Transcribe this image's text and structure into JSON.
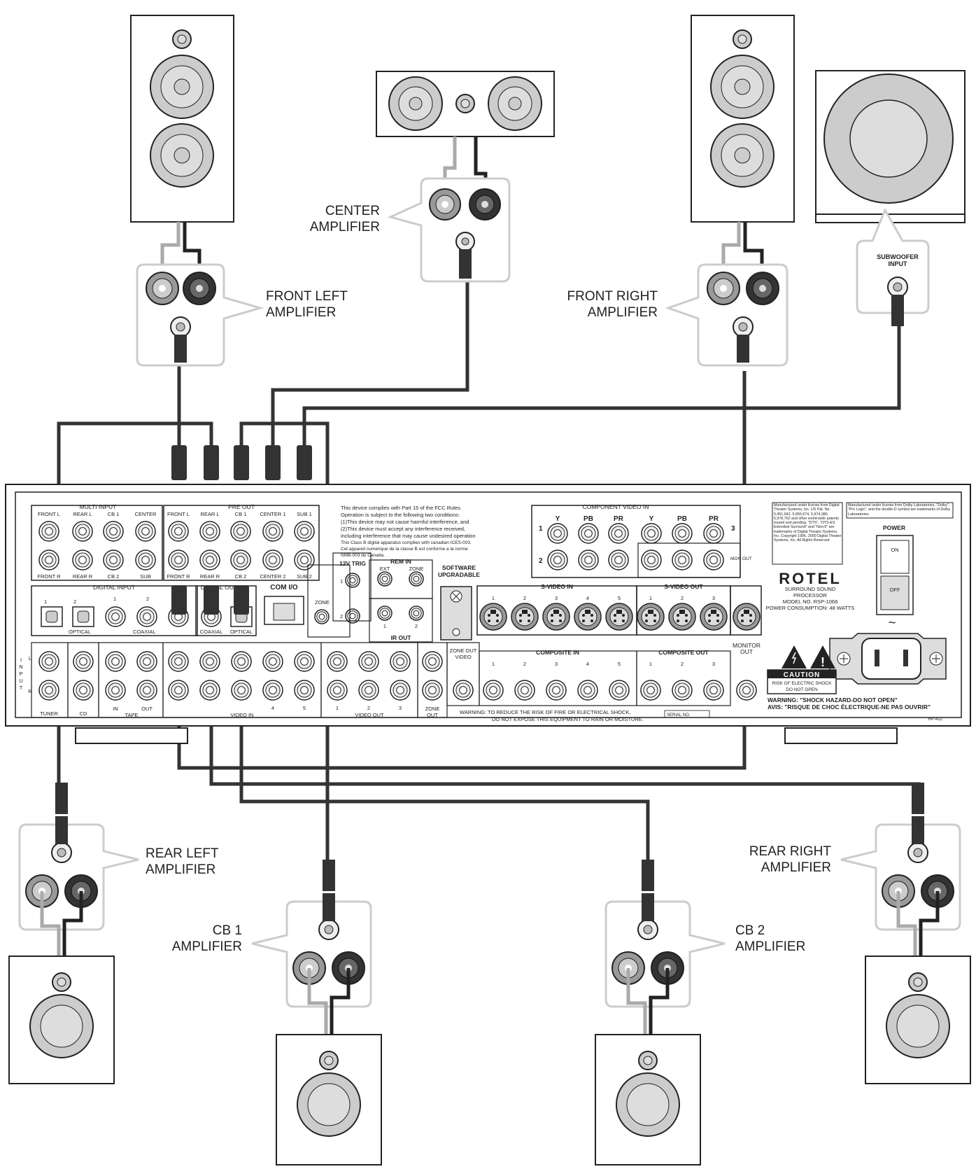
{
  "amplifier_labels": {
    "center": [
      "CENTER",
      "AMPLIFIER"
    ],
    "front_left": [
      "FRONT LEFT",
      "AMPLIFIER"
    ],
    "front_right": [
      "FRONT RIGHT",
      "AMPLIFIER"
    ],
    "subwoofer": [
      "SUBWOOFER",
      "INPUT"
    ],
    "rear_left": [
      "REAR LEFT",
      "AMPLIFIER"
    ],
    "rear_right": [
      "REAR RIGHT",
      "AMPLIFIER"
    ],
    "cb1": [
      "CB 1",
      "AMPLIFIER"
    ],
    "cb2": [
      "CB 2",
      "AMPLIFIER"
    ]
  },
  "processor": {
    "brand": "ROTEL",
    "model_lines": [
      "SURROUND SOUND",
      "PROCESSOR",
      "MODEL NO. RSP-1068",
      "POWER CONSUMPTION: 48 WATTS"
    ],
    "multi_input": {
      "title": "MULTI INPUT",
      "top": [
        "FRONT L",
        "REAR L",
        "CB 1",
        "CENTER"
      ],
      "bottom": [
        "FRONT R",
        "REAR R",
        "CB 2",
        "SUB"
      ]
    },
    "pre_out": {
      "title": "PRE OUT",
      "top": [
        "FRONT L",
        "REAR L",
        "CB 1",
        "CENTER 1",
        "SUB 1"
      ],
      "bottom": [
        "FRONT R",
        "REAR R",
        "CB 2",
        "CENTER 2",
        "SUB 2"
      ]
    },
    "fcc_text": [
      "This device complies with Part 15 of the FCC Rules.",
      "Operation is subject to the following two conditions:",
      "(1)This device may not cause harmful interference, and",
      "(2)This device must accept any interference received,",
      "including interference that may cause undesired operation",
      "This Class B digital apparatus complies with canadian ICES-003.",
      "Cet appareil numerique de la classe B est conforme a la norme",
      "NMB-003 du Canada."
    ],
    "component_video_in": {
      "title": "COMPONENT VIDEO IN",
      "cols": [
        "Y",
        "PB",
        "PR",
        "Y",
        "PB",
        "PR"
      ],
      "row_numbers": [
        "1",
        "2",
        "3"
      ],
      "monitor_out": "MON OUT"
    },
    "dolby_notice": "Manufactured under license from Dolby Laboratories. \"Dolby\", \"Pro Logic\", and the double-D symbol are trademarks of Dolby Laboratories.",
    "dts_notice": "Manufactured under license from Digital Theater Systems, Inc. US Pat. No. 5,451,942, 5,956,674, 5,974,380, 5,978,762 and other world-wide patents issued and pending. \"DTS\", \"DTS-ES Extended Surround\" and \"Neo:6\" are trademarks of Digital Theater Systems, Inc. Copyright 1996, 2000 Digital Theater Systems, Inc. All Rights Reserved.",
    "power": {
      "title": "POWER",
      "on": "ON",
      "off": "OFF"
    },
    "digital_input": {
      "title": "DIGITAL INPUT",
      "nums": [
        "1",
        "2",
        "1",
        "2"
      ],
      "optical": "OPTICAL",
      "coaxial": "COAXIAL"
    },
    "digital_out": {
      "title": "DIGITAL OUT",
      "coaxial": "COAXIAL",
      "optical": "OPTICAL"
    },
    "com_io": "COM I/O",
    "zone": "ZONE",
    "trig": {
      "title": "12V TRIG",
      "nums": [
        "1",
        "2"
      ]
    },
    "rem_in": {
      "title": "REM IN",
      "ext": "EXT",
      "zone": "ZONE"
    },
    "ir_out": {
      "title": "IR OUT",
      "nums": [
        "1",
        "2"
      ]
    },
    "software": [
      "SOFTWARE",
      "UPGRADABLE"
    ],
    "svideo_in": {
      "title": "S-VIDEO IN",
      "nums": [
        "1",
        "2",
        "3",
        "4",
        "5"
      ]
    },
    "svideo_out": {
      "title": "S-VIDEO OUT",
      "nums": [
        "1",
        "2",
        "3"
      ]
    },
    "monitor_out": [
      "MONITOR",
      "OUT"
    ],
    "zone_out_video": [
      "ZONE OUT",
      "VIDEO"
    ],
    "composite_in": {
      "title": "COMPOSITE IN",
      "nums": [
        "1",
        "2",
        "3",
        "4",
        "5"
      ]
    },
    "composite_out": {
      "title": "COMPOSITE OUT",
      "nums": [
        "1",
        "2",
        "3"
      ]
    },
    "input_side": [
      "I",
      "N",
      "P",
      "U",
      "T"
    ],
    "lr": [
      "L",
      "R"
    ],
    "bottom_row": {
      "tuner": "TUNER",
      "cd": "CD",
      "tape": "TAPE",
      "tape_in": "IN",
      "tape_out": "OUT",
      "video_in": "VIDEO IN",
      "video_in_nums": [
        "4",
        "5"
      ],
      "video_out": "VIDEO OUT",
      "video_out_nums": [
        "1",
        "2",
        "3"
      ],
      "zone_out": [
        "ZONE",
        "OUT"
      ]
    },
    "caution": {
      "title": "CAUTION",
      "lines": [
        "RISK OF ELECTRIC SHOCK",
        "DO NOT OPEN"
      ]
    },
    "warning_main": [
      "WARNING: TO REDUCE THE RISK OF FIRE OR ELECTRICAL SHOCK,",
      "DO NOT EXPOSE THIS EQUIPMENT TO RAIN OR MOISTURE."
    ],
    "warning_right": [
      "WARNING: \"SHOCK HAZARD-DO NOT OPEN\"",
      "AVIS: \"RISQUE DE CHOC ÉLECTRIQUE-NE PAS OUVRIR\""
    ],
    "serial": "SERIAL NO.",
    "code": "RP-422",
    "ac_symbol": "~"
  }
}
